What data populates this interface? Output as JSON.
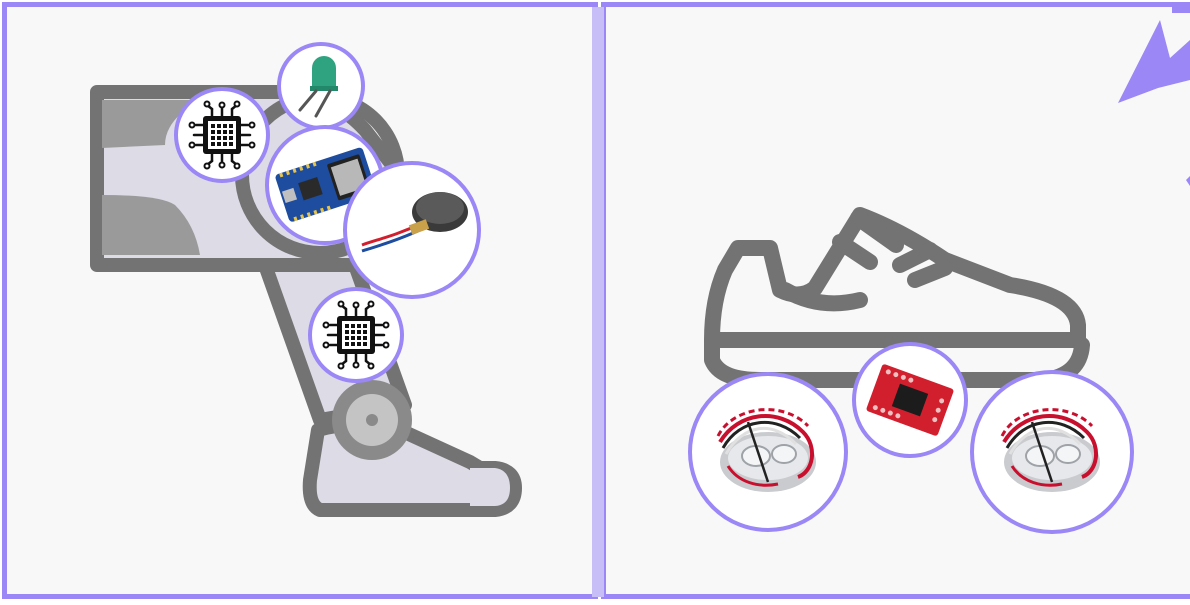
{
  "panels": [
    {
      "name": "prosthetic-leg-panel",
      "components": [
        "chip",
        "led",
        "esp32-board",
        "vibration-motor",
        "chip"
      ]
    },
    {
      "name": "smart-shoe-panel",
      "components": [
        "load-cell",
        "hx711-amplifier",
        "load-cell"
      ]
    }
  ],
  "icons": [
    "prosthetic-leg-icon",
    "shoe-icon",
    "microchip-icon",
    "led-icon",
    "arrow-icon"
  ],
  "colors": {
    "accent": "#9b87f5",
    "accent_light": "#c7bef8",
    "outline": "#737373",
    "fill_light": "#dcdbe6",
    "fill_mid": "#9a9a9a",
    "panel_bg": "#f8f8f8",
    "pcb_red": "#d21f2e",
    "pcb_blue": "#1e4c9e",
    "led_green": "#2fa37f"
  }
}
